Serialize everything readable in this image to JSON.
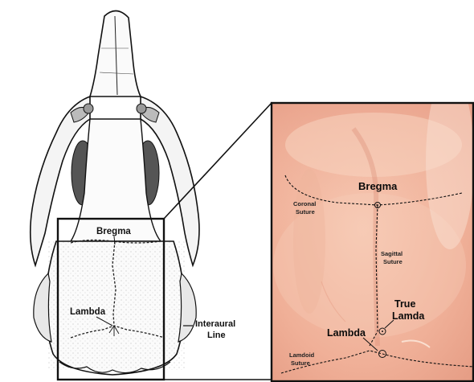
{
  "figure": {
    "skull_labels": {
      "bregma": "Bregma",
      "lambda": "Lambda",
      "interaural_line": [
        "Interaural",
        "Line"
      ]
    },
    "photo_labels": {
      "bregma": "Bregma",
      "coronal_suture": [
        "Coronal",
        "Suture"
      ],
      "sagittal_suture": [
        "Sagittal",
        "Suture"
      ],
      "true_lambda": [
        "True",
        "Lamda"
      ],
      "lambda": "Lambda",
      "lambdoid_suture": [
        "Lamdoid",
        "Suture"
      ]
    },
    "colors": {
      "skin_base": "#f1b69e",
      "skin_light": "#f9d7c4",
      "skin_dark": "#d98a72",
      "ink": "#111111"
    }
  }
}
